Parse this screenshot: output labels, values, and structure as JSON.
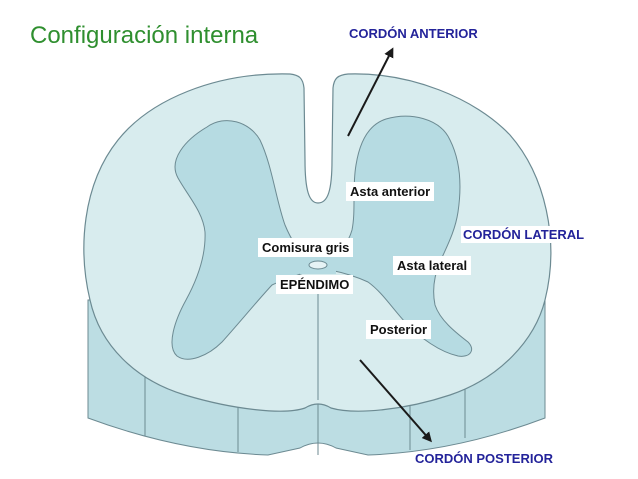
{
  "title": "Configuración interna",
  "labels": {
    "cordon_anterior": "CORDÓN ANTERIOR",
    "cordon_lateral": "CORDÓN LATERAL",
    "cordon_posterior": "CORDÓN POSTERIOR",
    "asta_anterior": "Asta anterior",
    "comisura_gris": "Comisura gris",
    "asta_lateral": "Asta lateral",
    "ependimo": "EPÉNDIMO",
    "posterior": "Posterior"
  },
  "colors": {
    "title": "#2f8f2f",
    "cord_label": "#23239a",
    "white_matter": "#d8ecee",
    "gray_matter": "#b6dbe2",
    "side_face": "#bcdde3",
    "outline": "#6c8a92"
  }
}
